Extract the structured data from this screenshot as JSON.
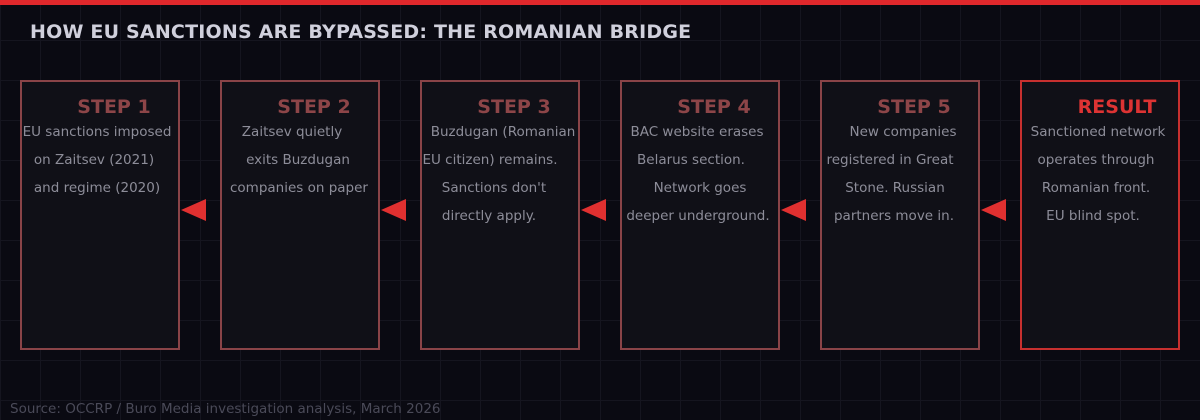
{
  "header": {
    "title": "HOW EU SANCTIONS ARE BYPASSED: THE ROMANIAN BRIDGE",
    "accent_color": "#e0282c"
  },
  "steps": [
    {
      "title": "STEP 1",
      "lines": [
        "EU sanctions imposed",
        "on Zaitsev (2021)",
        "and regime (2020)"
      ]
    },
    {
      "title": "STEP 2",
      "lines": [
        "Zaitsev quietly",
        "exits Buzdugan",
        "companies on paper"
      ]
    },
    {
      "title": "STEP 3",
      "lines": [
        "Buzdugan (Romanian",
        "EU citizen) remains.",
        "Sanctions don't",
        "directly apply."
      ]
    },
    {
      "title": "STEP 4",
      "lines": [
        "BAC website erases",
        "Belarus section.",
        "Network goes",
        "deeper underground."
      ]
    },
    {
      "title": "STEP 5",
      "lines": [
        "New companies",
        "registered in Great",
        "Stone. Russian",
        "partners move in."
      ]
    },
    {
      "title": "RESULT",
      "lines": [
        "Sanctioned network",
        "operates through",
        "Romanian front.",
        "EU blind spot."
      ],
      "highlight": true
    }
  ],
  "arrows": [
    {
      "icon": "arrow-left-icon"
    },
    {
      "icon": "arrow-left-icon"
    },
    {
      "icon": "arrow-left-icon"
    },
    {
      "icon": "arrow-left-icon"
    },
    {
      "icon": "arrow-left-icon"
    }
  ],
  "footer": {
    "source": "Source: OCCRP / Buro Media investigation analysis, March 2026"
  },
  "colors": {
    "background": "#0a0a12",
    "box_fill": "#101017",
    "box_border": "#8a4448",
    "result_border": "#c7302f",
    "step_title": "#8d4548",
    "result_title": "#dd3333",
    "arrow": "#e03030",
    "body_text": "#8d8d99",
    "title_text": "#d0d0dc"
  }
}
